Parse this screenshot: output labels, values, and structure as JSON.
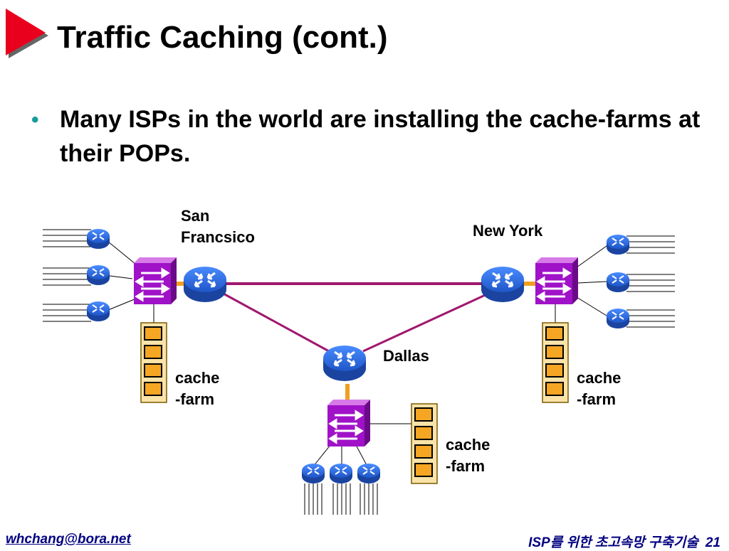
{
  "slide": {
    "title": "Traffic Caching (cont.)",
    "bullet": "Many ISPs in the world are installing the cache-farms at their POPs."
  },
  "diagram": {
    "sites": {
      "san_francisco": "San Francsico",
      "new_york": "New York",
      "dallas": "Dallas"
    },
    "cache_farm_label_line1": "cache",
    "cache_farm_label_line2": "-farm"
  },
  "footer": {
    "email": "whchang@bora.net",
    "course": "ISP를 위한 초고속망 구축기술",
    "page": "21"
  },
  "colors": {
    "accent_arrow": "#e8001c",
    "bullet": "#1a9a9a",
    "router_blue": "#2f6fe0",
    "switch_purple": "#a012c8",
    "link_purple": "#a0186e",
    "link_orange": "#f0a020",
    "cache_orange": "#f5a623",
    "footer": "#000080"
  },
  "icons": [
    "arrow-icon",
    "router-icon",
    "switch-icon",
    "cache-server-icon"
  ]
}
